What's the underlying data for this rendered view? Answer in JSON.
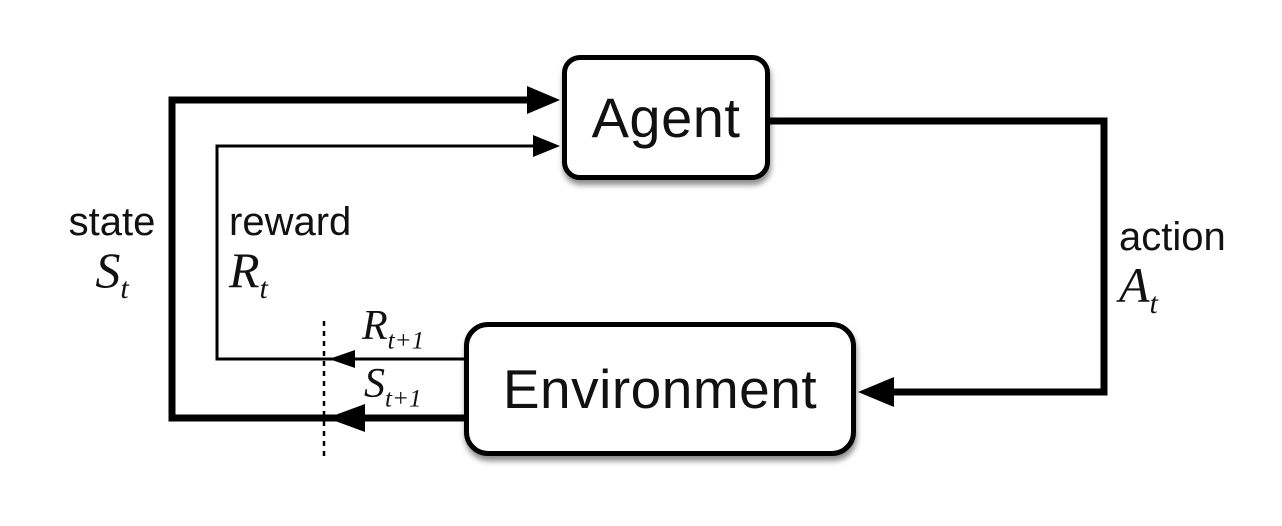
{
  "boxes": {
    "agent": "Agent",
    "environment": "Environment"
  },
  "labels": {
    "state": {
      "word": "state",
      "symbol": "S",
      "subscript": "t"
    },
    "reward": {
      "word": "reward",
      "symbol": "R",
      "subscript": "t"
    },
    "action": {
      "word": "action",
      "symbol": "A",
      "subscript": "t"
    },
    "next_reward": {
      "symbol": "R",
      "subscript": "t+1"
    },
    "next_state": {
      "symbol": "S",
      "subscript": "t+1"
    }
  },
  "colors": {
    "line": "#000000",
    "background": "#ffffff",
    "box_fill": "#ffffff"
  }
}
